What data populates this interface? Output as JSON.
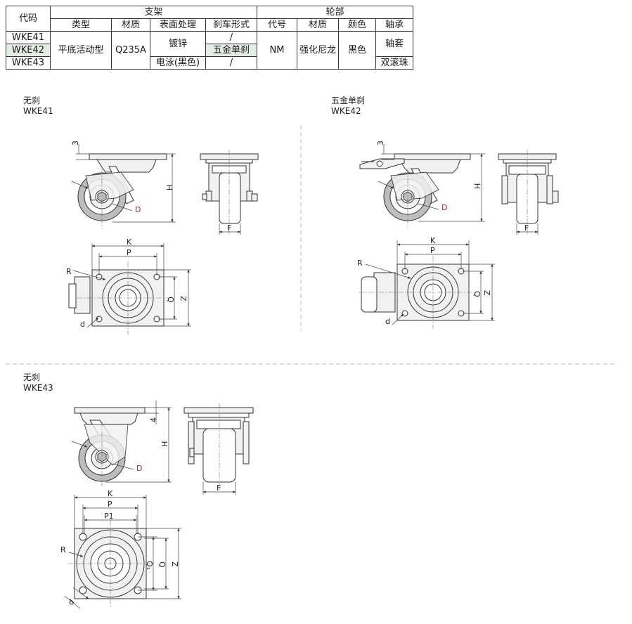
{
  "table": {
    "h_code": "代码",
    "h_bracket": "支架",
    "h_wheel": "轮部",
    "cols": [
      "类型",
      "材质",
      "表面处理",
      "刹车形式",
      "代号",
      "材质",
      "颜色",
      "轴承"
    ],
    "codes": [
      "WKE41",
      "WKE42",
      "WKE43"
    ],
    "type": "平底活动型",
    "bracket_material": "Q235A",
    "surface_galv": "镀锌",
    "surface_ed": "电泳(黑色)",
    "brake_41": "/",
    "brake_42": "五金单刹",
    "brake_43": "/",
    "wheel_code": "NM",
    "wheel_material": "强化尼龙",
    "wheel_color": "黑色",
    "bearing_sleeve": "轴套",
    "bearing_ball": "双滚珠"
  },
  "sections": [
    {
      "brake": "无刹",
      "code": "WKE41"
    },
    {
      "brake": "五金单刹",
      "code": "WKE42"
    },
    {
      "brake": "无刹",
      "code": "WKE43"
    }
  ],
  "dims": {
    "three": "3",
    "four": "4",
    "H": "H",
    "D": "D",
    "F": "F",
    "K": "K",
    "P": "P",
    "P1": "P1",
    "R": "R",
    "Q": "Q",
    "Q1": "Q₁",
    "Z": "Z",
    "d": "d"
  },
  "colors": {
    "dim_D": "#9b1f5e",
    "highlight": "#e4ede3",
    "line": "#333333"
  }
}
